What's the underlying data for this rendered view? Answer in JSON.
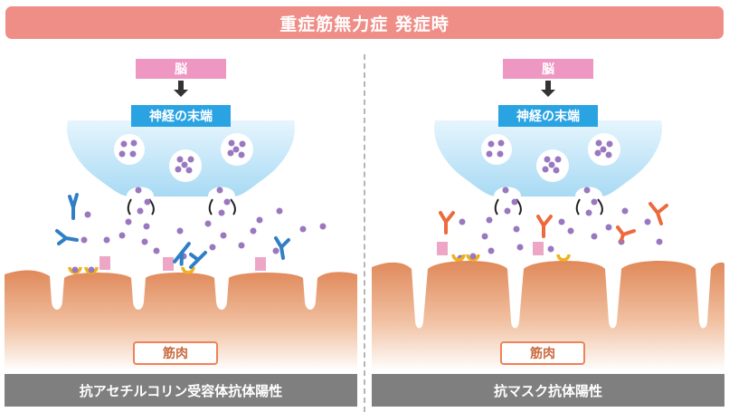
{
  "title": "重症筋無力症 発症時",
  "panels": [
    {
      "brain_label": "脳",
      "nerve_label": "神経の末端",
      "muscle_label": "筋肉",
      "antibody_label": "抗アセチルコリン受容体抗体陽性",
      "antibody_color": "#2f7fc6"
    },
    {
      "brain_label": "脳",
      "nerve_label": "神経の末端",
      "muscle_label": "筋肉",
      "antibody_label": "抗マスク抗体陽性",
      "antibody_color": "#ec6a3d"
    }
  ],
  "colors": {
    "title_bg": "#ef8d87",
    "nerve_terminal": "#bfe4f7",
    "vesicle_dot": "#9a78bf",
    "muscle": "#e39b70",
    "receptor": "#eea6c6",
    "musk": "#efb21e",
    "footer_bg": "#7f7f7f"
  }
}
